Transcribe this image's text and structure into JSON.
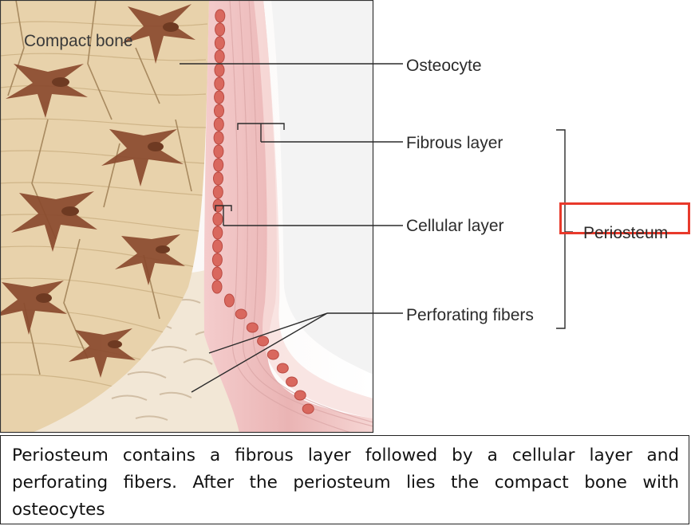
{
  "figure": {
    "labels": {
      "compact_bone": "Compact bone",
      "osteocyte": "Osteocyte",
      "fibrous_layer": "Fibrous layer",
      "cellular_layer": "Cellular layer",
      "perforating_fibers": "Perforating fibers",
      "periosteum": "Periosteum"
    },
    "colors": {
      "bone": "#e8d2ab",
      "osteocyte": "#8a4a2e",
      "periosteum": "#f0c4c4",
      "cells": "#d9685e",
      "highlight": "#e8392b"
    }
  },
  "caption": {
    "text": "Periosteum contains a fibrous layer followed by a cellular layer and perforating fibers. After the periosteum lies the compact bone with osteocytes"
  }
}
